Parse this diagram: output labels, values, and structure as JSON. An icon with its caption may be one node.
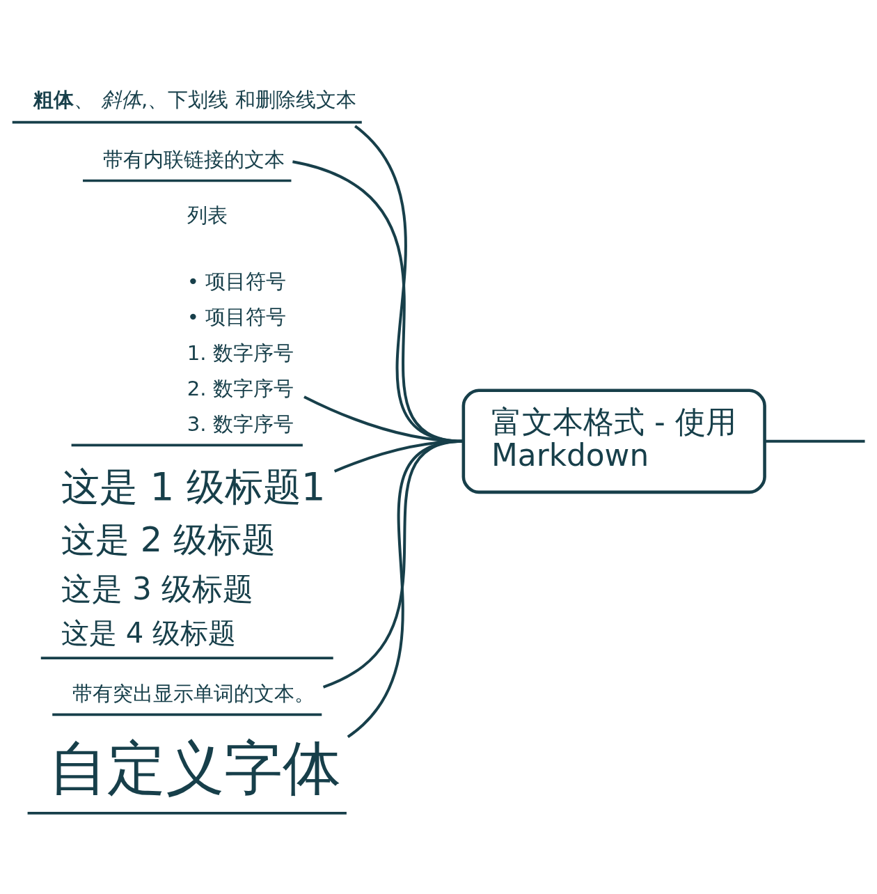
{
  "diagram": {
    "nodes": [
      {
        "text": [
          "富文本格式 - 使用 Markdown"
        ]
      },
      {
        "text": [
          "**粗体**、 *斜体*,、下划线 和删除线文本"
        ]
      },
      {
        "text": [
          "带有内联链接的文本"
        ]
      },
      {
        "text": [
          "列表",
          "• 项目符号",
          "• 项目符号",
          "1. 数字序号",
          "2. 数字序号",
          "3. 数字序号"
        ]
      },
      {
        "text": [
          "这是 1 级标题1",
          "这是 2 级标题",
          "这是 3 级标题",
          "这是 4 级标题"
        ]
      },
      {
        "text": [
          "带有突出显示单词的文本。"
        ]
      },
      {
        "text": [
          "自定义字体"
        ]
      }
    ],
    "edges": [
      {
        "from": null,
        "to": 0,
        "arrow": "none"
      },
      {
        "from": 0,
        "to": 1,
        "arrow": "none"
      },
      {
        "from": 0,
        "to": 2,
        "arrow": "none"
      },
      {
        "from": 0,
        "to": 3,
        "arrow": "none"
      },
      {
        "from": 0,
        "to": 4,
        "arrow": "none"
      },
      {
        "from": 0,
        "to": 5,
        "arrow": "none"
      },
      {
        "from": 0,
        "to": 6,
        "arrow": "none"
      }
    ]
  }
}
